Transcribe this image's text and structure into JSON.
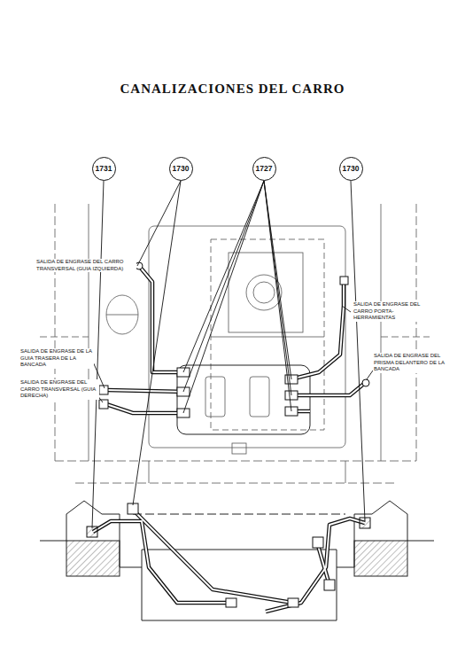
{
  "diagram": {
    "title": "CANALIZACIONES DEL CARRO",
    "nodes": [
      {
        "text": [
          "1731"
        ]
      },
      {
        "text": [
          "1730"
        ]
      },
      {
        "text": [
          "1727"
        ]
      },
      {
        "text": [
          "1730"
        ]
      }
    ],
    "labels": [
      "SALIDA DE ENGRASE DEL CARRO TRANSVERSAL (GUIA IZQUIERDA)",
      "SALIDA DE ENGRASE DE LA GUIA TRASERA DE LA BANCADA",
      "SALIDA DE ENGRASE DEL CARRO TRANSVERSAL (GUIA DERECHA)",
      "SALIDA DE ENGRASE DEL CARRO PORTA-HERRAMIENTAS",
      "SALIDA DE ENGRASE DEL PRISMA DELANTERO DE LA BANCADA"
    ]
  }
}
